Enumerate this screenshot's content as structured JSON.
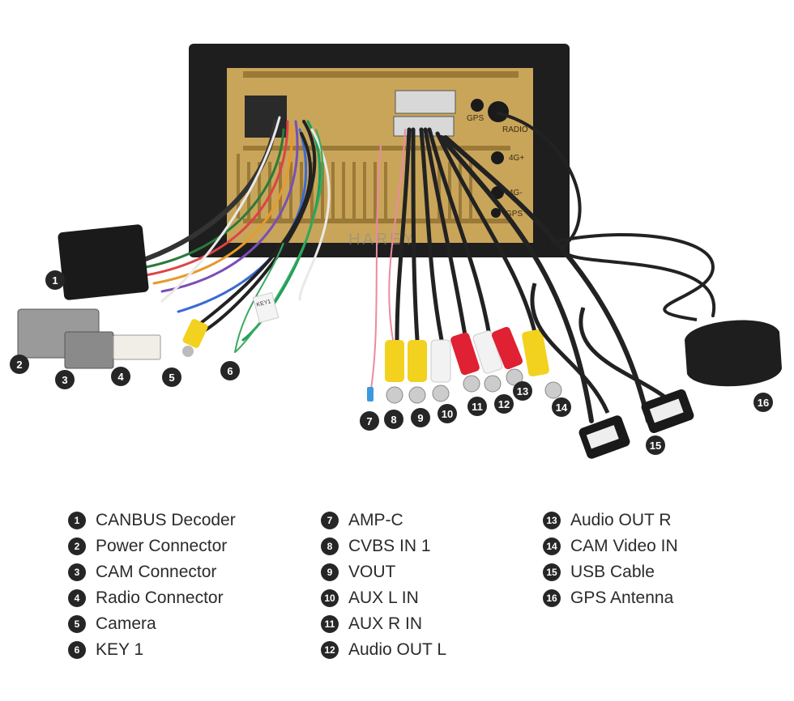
{
  "watermark": "HAREY",
  "ports": {
    "gps": "GPS",
    "radio": "RADIO",
    "fourg_1": "4G+",
    "fourg_2": "4G-",
    "gps_2": "GPS"
  },
  "wire_tags": {
    "key1": "KEY1"
  },
  "callouts": [
    {
      "num": "1",
      "label": "CANBUS Decoder"
    },
    {
      "num": "2",
      "label": "Power Connector"
    },
    {
      "num": "3",
      "label": "CAM Connector"
    },
    {
      "num": "4",
      "label": "Radio Connector"
    },
    {
      "num": "5",
      "label": "Camera"
    },
    {
      "num": "6",
      "label": "KEY 1"
    },
    {
      "num": "7",
      "label": "AMP-C"
    },
    {
      "num": "8",
      "label": "CVBS IN 1"
    },
    {
      "num": "9",
      "label": "VOUT"
    },
    {
      "num": "10",
      "label": "AUX L IN"
    },
    {
      "num": "11",
      "label": "AUX R IN"
    },
    {
      "num": "12",
      "label": "Audio OUT L"
    },
    {
      "num": "13",
      "label": "Audio OUT R"
    },
    {
      "num": "14",
      "label": "CAM Video IN"
    },
    {
      "num": "15",
      "label": "USB Cable"
    },
    {
      "num": "16",
      "label": "GPS Antenna"
    }
  ]
}
